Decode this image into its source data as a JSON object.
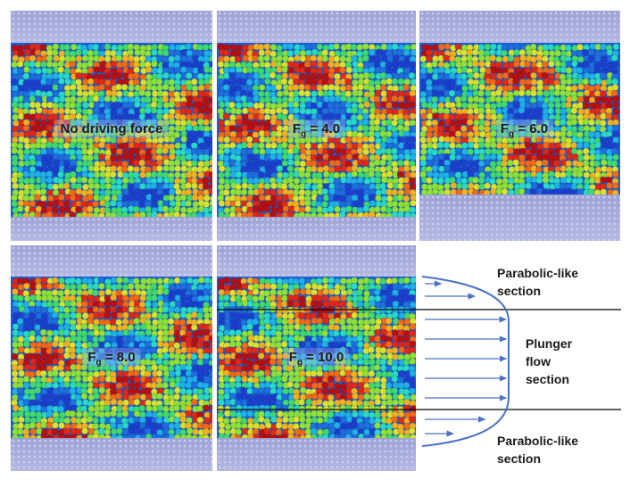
{
  "panels": [
    {
      "id": "p1",
      "label_text": "No driving force",
      "force": ""
    },
    {
      "id": "p2",
      "label_text": "",
      "force": "4.0"
    },
    {
      "id": "p3",
      "label_text": "",
      "force": "6.0"
    },
    {
      "id": "p4",
      "label_text": "",
      "force": "8.0"
    },
    {
      "id": "p5",
      "label_text": "",
      "force": "10.0"
    }
  ],
  "force_symbol": "F",
  "force_subscript": "g",
  "annotations": {
    "top_section": {
      "line1": "Parabolic-like",
      "line2": "section"
    },
    "middle_section": {
      "line1": "Plunger",
      "line2": "flow",
      "line3": "section"
    },
    "bottom_section": {
      "line1": "Parabolic-like",
      "line2": "section"
    }
  },
  "colors": {
    "wall": "#a9aedd",
    "profile_arrow": "#4a72c4",
    "section_line": "#000000"
  }
}
